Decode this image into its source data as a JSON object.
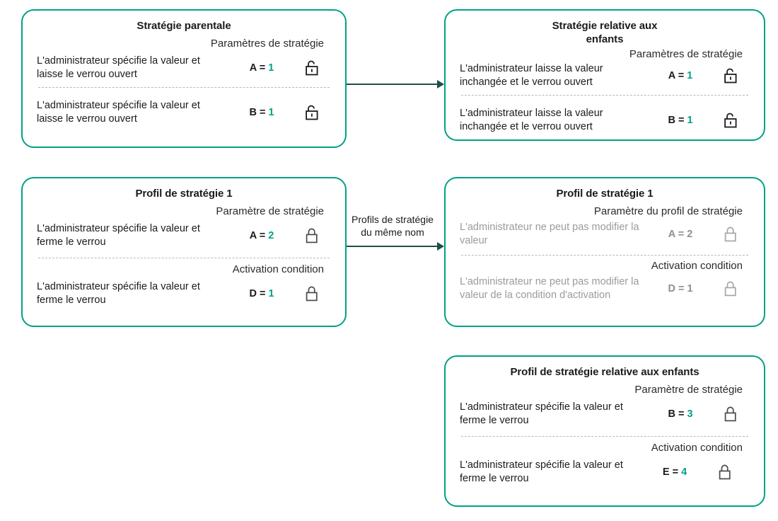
{
  "theme": {
    "card_border": "#00a184",
    "value_accent": "#00a184",
    "connector": "#1f4e47",
    "text": "#1b1b1b",
    "text_dim": "#9b9b9b",
    "divider": "#b9b9b9"
  },
  "cards": [
    {
      "id": "parent-policy",
      "title": "Stratégie parentale",
      "sections": [
        {
          "label": "Paramètres de stratégie",
          "rows": [
            {
              "desc": "L'administrateur spécifie la valeur et laisse le verrou ouvert",
              "key": "A",
              "eq": "=",
              "value": "1",
              "lock": "lock-open-icon",
              "dim": false
            }
          ]
        },
        {
          "label": "",
          "rows": [
            {
              "desc": "L'administrateur spécifie la valeur et laisse le verrou ouvert",
              "key": "B",
              "eq": "=",
              "value": "1",
              "lock": "lock-open-icon",
              "dim": false
            }
          ]
        }
      ]
    },
    {
      "id": "child-policy",
      "title": "Stratégie relative aux enfants",
      "sections": [
        {
          "label": "Paramètres de stratégie",
          "rows": [
            {
              "desc": "L'administrateur laisse la valeur inchangée et le verrou ouvert",
              "key": "A",
              "eq": "=",
              "value": "1",
              "lock": "lock-open-icon",
              "dim": false
            }
          ]
        },
        {
          "label": "",
          "rows": [
            {
              "desc": "L'administrateur laisse la valeur inchangée et le verrou ouvert",
              "key": "B",
              "eq": "=",
              "value": "1",
              "lock": "lock-open-icon",
              "dim": false
            }
          ]
        }
      ]
    },
    {
      "id": "policy-profile-1-left",
      "title": "Profil de stratégie 1",
      "sections": [
        {
          "label": "Paramètre de stratégie",
          "rows": [
            {
              "desc": "L'administrateur spécifie la valeur et ferme le verrou",
              "key": "A",
              "eq": "=",
              "value": "2",
              "lock": "lock-closed-icon",
              "dim": false
            }
          ]
        },
        {
          "label": "Activation condition",
          "rows": [
            {
              "desc": "L'administrateur spécifie la valeur et ferme le verrou",
              "key": "D",
              "eq": "=",
              "value": "1",
              "lock": "lock-closed-icon",
              "dim": false
            }
          ]
        }
      ]
    },
    {
      "id": "policy-profile-1-right",
      "title": "Profil de stratégie 1",
      "sections": [
        {
          "label": "Paramètre du profil de stratégie",
          "rows": [
            {
              "desc": "L'administrateur ne peut pas modifier la valeur",
              "key": "A",
              "eq": "=",
              "value": "2",
              "lock": "lock-closed-icon",
              "dim": true
            }
          ]
        },
        {
          "label": "Activation condition",
          "rows": [
            {
              "desc": "L'administrateur ne peut pas modifier  la valeur de la condition d'activation",
              "key": "D",
              "eq": "=",
              "value": "1",
              "lock": "lock-closed-icon",
              "dim": true
            }
          ]
        }
      ]
    },
    {
      "id": "child-policy-profile",
      "title": "Profil de stratégie relative aux enfants",
      "sections": [
        {
          "label": "Paramètre de stratégie",
          "rows": [
            {
              "desc": "L'administrateur spécifie la valeur et ferme le verrou",
              "key": "B",
              "eq": "=",
              "value": "3",
              "lock": "lock-closed-icon",
              "dim": false
            }
          ]
        },
        {
          "label": "Activation condition",
          "rows": [
            {
              "desc": "L'administrateur spécifie la valeur et ferme le verrou",
              "key": "E",
              "eq": "=",
              "value": "4",
              "lock": "lock-closed-icon",
              "dim": false
            }
          ]
        }
      ]
    }
  ],
  "connectors": [
    {
      "id": "top-arrow",
      "label": ""
    },
    {
      "id": "middle-arrow",
      "label_line1": "Profils de stratégie",
      "label_line2": "du même nom"
    }
  ]
}
